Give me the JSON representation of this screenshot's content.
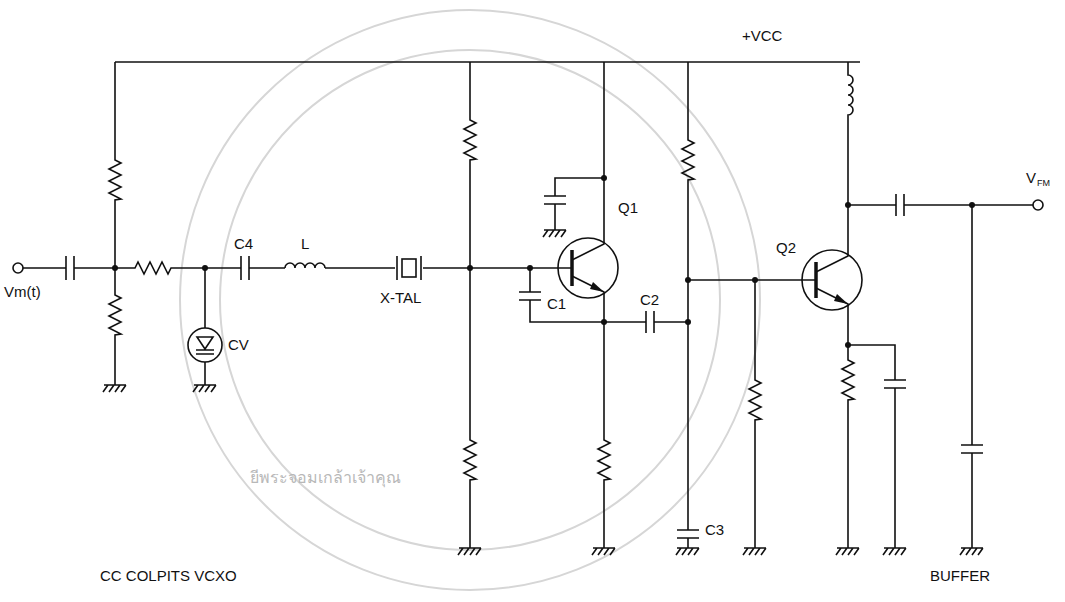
{
  "diagram": {
    "labels": [
      "+VCC",
      "Vm(t)",
      "C4",
      "L",
      "X-TAL",
      "CV",
      "Q1",
      "C1",
      "C2",
      "C3",
      "Q2",
      "V",
      "FM",
      "CC COLPITS VCXO",
      "BUFFER",
      "ยีพระจอมเกล้าเจ้าคุณ"
    ]
  }
}
